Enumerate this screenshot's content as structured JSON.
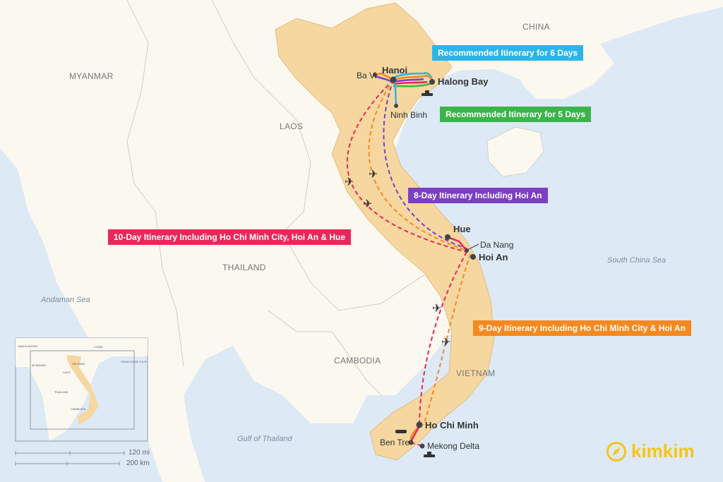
{
  "countries": {
    "china": "CHINA",
    "myanmar": "MYANMAR",
    "laos": "LAOS",
    "thailand": "THAILAND",
    "cambodia": "CAMBODIA",
    "vietnam": "VIETNAM"
  },
  "seas": {
    "south_china": "South China Sea",
    "andaman": "Andaman Sea",
    "gulf": "Gulf of Thailand"
  },
  "cities": {
    "hanoi": "Hanoi",
    "bavi": "Ba Vi",
    "halong": "Halong Bay",
    "ninhbinh": "Ninh Binh",
    "hue": "Hue",
    "danang": "Da Nang",
    "hoian": "Hoi An",
    "hcm": "Ho Chi Minh",
    "bentre": "Ben Tre",
    "mekong": "Mekong Delta"
  },
  "routes": [
    {
      "label": "Recommended Itinerary for 6 Days",
      "color": "#2cb5e8"
    },
    {
      "label": "Recommended Itinerary for 5 Days",
      "color": "#3bb44a"
    },
    {
      "label": "8-Day Itinerary Including Hoi An",
      "color": "#7b3fc4"
    },
    {
      "label": "10-Day Itinerary Including Ho Chi Minh City, Hoi An & Hue",
      "color": "#e8285a"
    },
    {
      "label": "9-Day Itinerary Including Ho Chi Minh City & Hoi An",
      "color": "#f5891f"
    }
  ],
  "inset": {
    "bangladesh": "BANGLADESH",
    "china": "CHINA",
    "myanmar": "MYANMAR",
    "vietnam": "VIETNAM",
    "hongkong": "HONG KONG S.A.R.",
    "laos": "LAOS",
    "thailand": "THAILAND",
    "cambodia": "CAMBODIA"
  },
  "scale": {
    "miles": "120 mi",
    "km": "200 km"
  },
  "logo": {
    "text": "kimkim"
  }
}
